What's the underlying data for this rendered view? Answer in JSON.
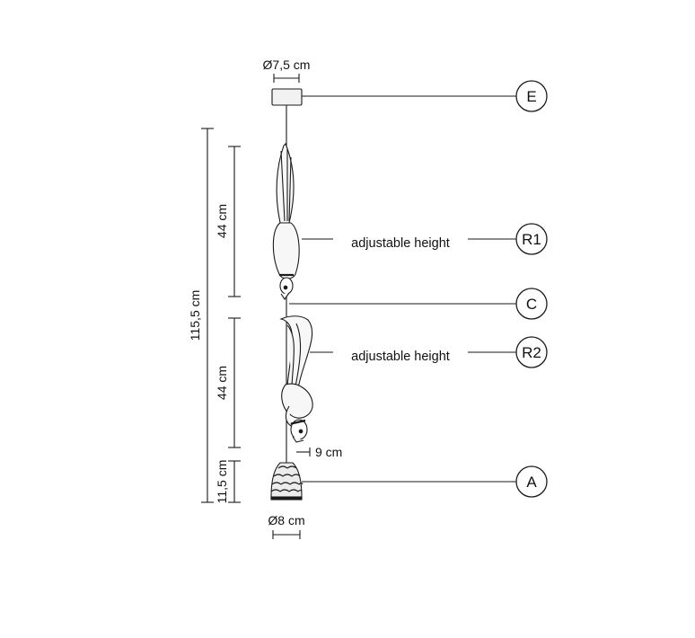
{
  "colors": {
    "line": "#1a1a1a",
    "background": "#ffffff",
    "fill_light": "#f2f2f2"
  },
  "dimensions": {
    "canopy_diameter": "Ø7,5 cm",
    "total_height": "115,5 cm",
    "upper_section": "44 cm",
    "lower_section": "44 cm",
    "shade_height": "11,5 cm",
    "shade_diameter": "Ø8 cm",
    "projection": "9 cm"
  },
  "callouts": [
    {
      "id": "E",
      "label": ""
    },
    {
      "id": "R1",
      "label": "adjustable height"
    },
    {
      "id": "C",
      "label": ""
    },
    {
      "id": "R2",
      "label": "adjustable height"
    },
    {
      "id": "A",
      "label": ""
    }
  ]
}
